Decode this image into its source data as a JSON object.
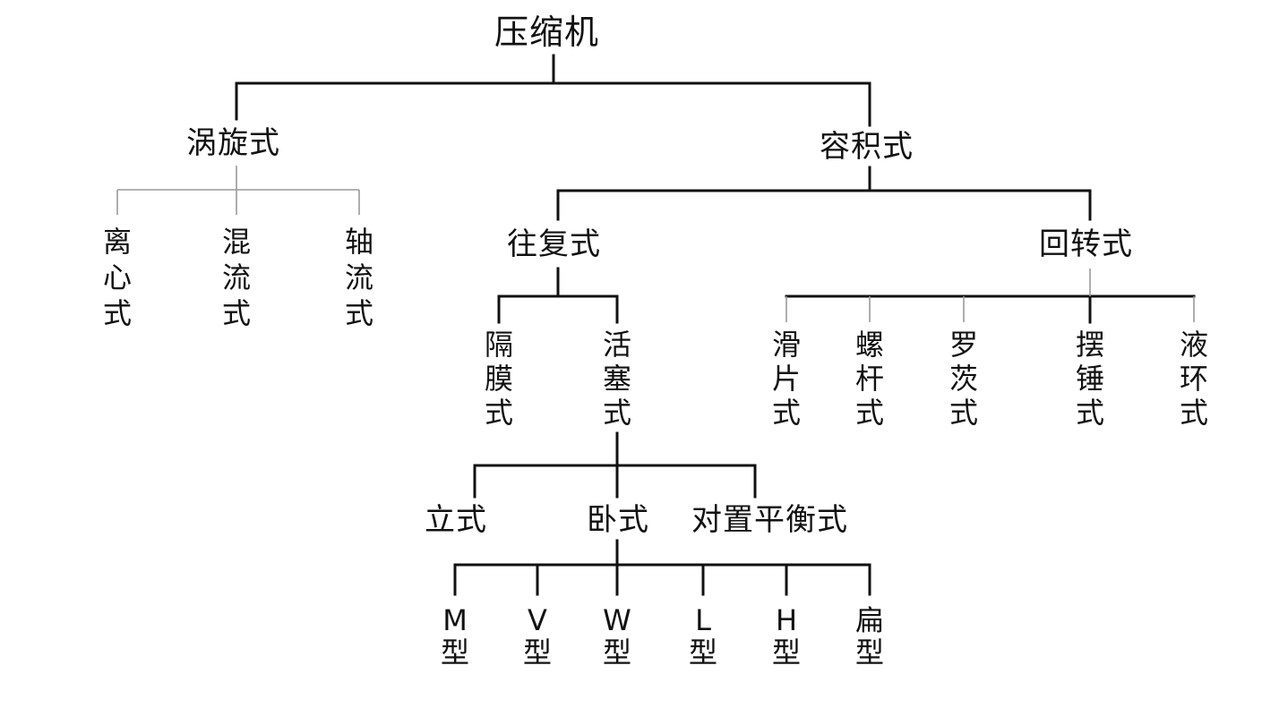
{
  "root": "压缩机",
  "level1": {
    "left": "涡旋式",
    "right": "容积式"
  },
  "scroll_types": [
    "离心式",
    "混流式",
    "轴流式"
  ],
  "volumetric": {
    "left": "往复式",
    "right": "回转式"
  },
  "reciprocating": [
    "隔膜式",
    "活塞式"
  ],
  "rotary": [
    "滑片式",
    "螺杆式",
    "罗茨式",
    "摆锤式",
    "液环式"
  ],
  "piston": [
    "立式",
    "卧式",
    "对置平衡式"
  ],
  "horizontal_types": [
    {
      "letter": "M",
      "suffix": "型"
    },
    {
      "letter": "V",
      "suffix": "型"
    },
    {
      "letter": "W",
      "suffix": "型"
    },
    {
      "letter": "L",
      "suffix": "型"
    },
    {
      "letter": "H",
      "suffix": "型"
    },
    {
      "letter": "扁",
      "suffix": "型"
    }
  ]
}
